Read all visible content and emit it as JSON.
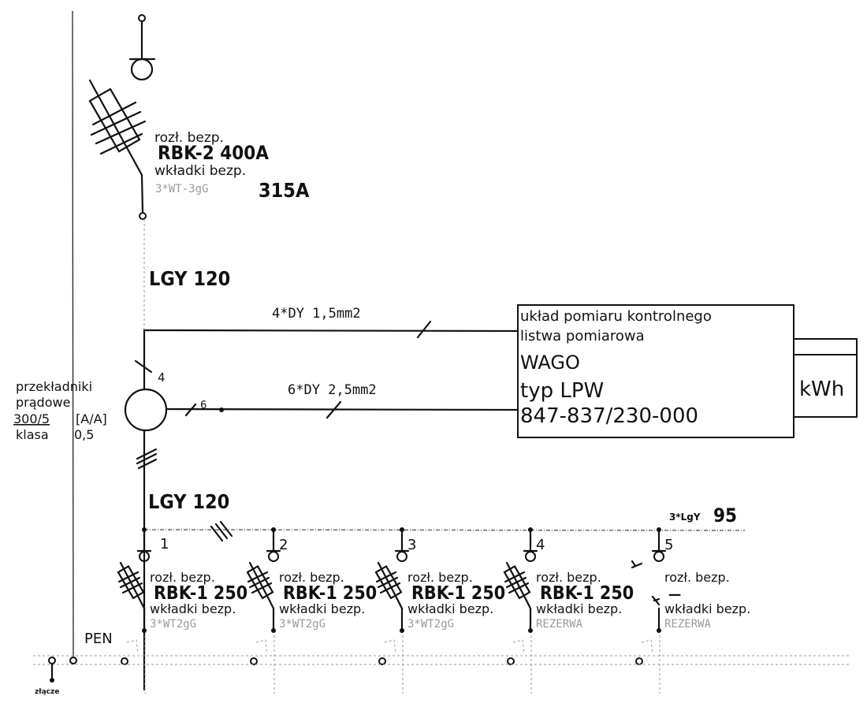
{
  "main_switch": {
    "label": "rozł. bezp.",
    "type": "RBK-2 400A",
    "fuse_label": "wkładki bezp.",
    "fuse_type": "3*WT-3gG",
    "fuse_rating": "315A"
  },
  "cable_in": "LGY 120",
  "current_transformer": {
    "line1": "przekładniki",
    "line2": "prądowe",
    "ratio": "300/5",
    "ratio_unit": "[A/A]",
    "class_label": "klasa",
    "class_value": "0,5",
    "tick_top": "4",
    "tick_right": "6"
  },
  "wires": {
    "upper": "4*DY 1,5mm2",
    "lower": "6*DY 2,5mm2"
  },
  "meter_box": {
    "line1": "układ pomiaru kontrolnego",
    "line2": "listwa pomiarowa",
    "line3": "WAGO",
    "line4": "typ LPW",
    "line5": "847-837/230-000"
  },
  "kwh_meter": {
    "label": "kWh"
  },
  "cable_out": "LGY 120",
  "busbar_label_prefix": "3*LgY",
  "busbar_label_size": "95",
  "pen_label": "PEN",
  "ground_label": "złącze",
  "outgoing": [
    {
      "num": "1",
      "label": "rozł. bezp.",
      "type": "RBK-1 250",
      "fuse_label": "wkładki bezp.",
      "fuse": "3*WT2gG"
    },
    {
      "num": "2",
      "label": "rozł. bezp.",
      "type": "RBK-1 250",
      "fuse_label": "wkładki bezp.",
      "fuse": "3*WT2gG"
    },
    {
      "num": "3",
      "label": "rozł. bezp.",
      "type": "RBK-1 250",
      "fuse_label": "wkładki bezp.",
      "fuse": "3*WT2gG"
    },
    {
      "num": "4",
      "label": "rozł. bezp.",
      "type": "RBK-1 250",
      "fuse_label": "wkładki bezp.",
      "fuse": "REZERWA"
    },
    {
      "num": "5",
      "label": "rozł. bezp.",
      "type": "—",
      "fuse_label": "wkładki bezp.",
      "fuse": "REZERWA"
    }
  ]
}
